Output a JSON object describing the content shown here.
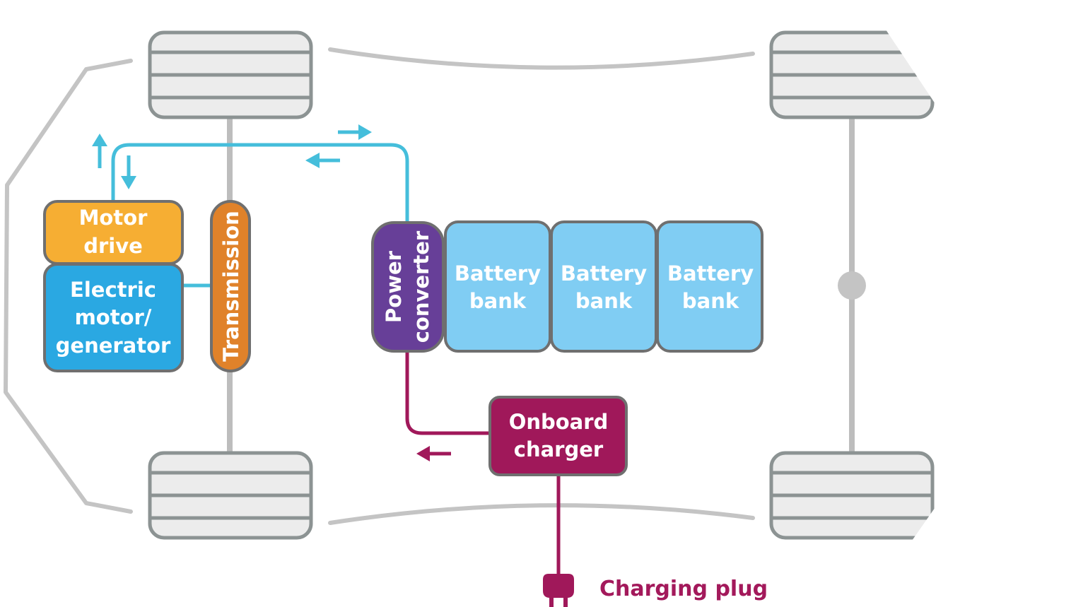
{
  "colors": {
    "motor_drive": "#f6ae33",
    "electric_motor": "#2aa8e2",
    "transmission": "#e0822a",
    "power_converter": "#673f98",
    "battery_bank": "#80cdf3",
    "onboard_charger": "#a0185a",
    "electric_flow": "#45bedb",
    "charging_flow": "#a0185a",
    "chassis": "#c4c4c4"
  },
  "blocks": {
    "motor_drive": [
      "Motor",
      "drive"
    ],
    "electric_motor": [
      "Electric",
      "motor/",
      "generator"
    ],
    "transmission": "Transmission",
    "power_converter": [
      "Power",
      "converter"
    ],
    "battery_banks": [
      [
        "Battery",
        "bank"
      ],
      [
        "Battery",
        "bank"
      ],
      [
        "Battery",
        "bank"
      ]
    ],
    "onboard_charger": [
      "Onboard",
      "charger"
    ]
  },
  "charging_plug": {
    "label": "Charging plug",
    "icon": "plug-icon"
  }
}
